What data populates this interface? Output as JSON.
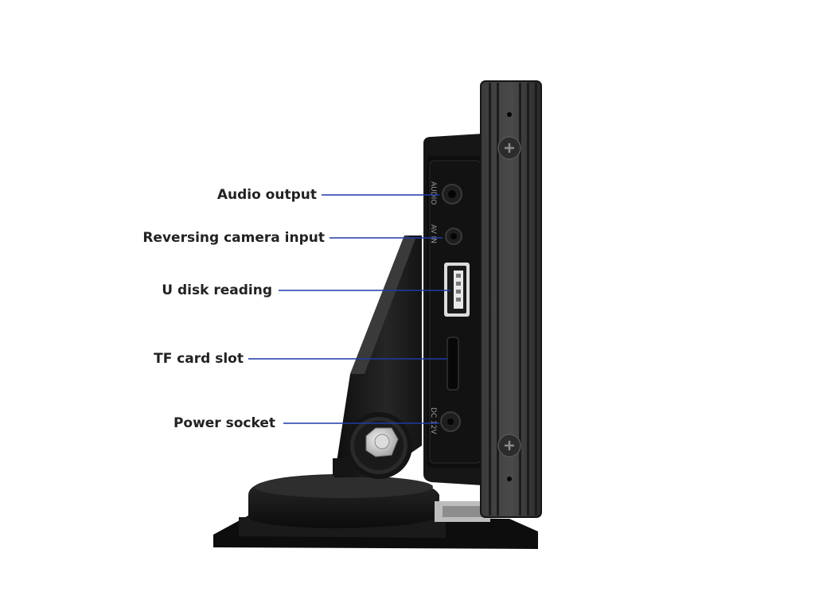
{
  "product_image": {
    "subject": "side view of car display monitor with stand",
    "accent_line_color": "#1f3aa8",
    "callouts": [
      {
        "id": "audio",
        "label": "Audio output"
      },
      {
        "id": "camera",
        "label": "Reversing camera input"
      },
      {
        "id": "usb",
        "label": "U disk reading"
      },
      {
        "id": "tf",
        "label": "TF card slot"
      },
      {
        "id": "power",
        "label": "Power socket"
      }
    ],
    "port_markings": {
      "audio": "AUDIO",
      "av_in": "AV IN",
      "dc": "DC 12V"
    }
  }
}
